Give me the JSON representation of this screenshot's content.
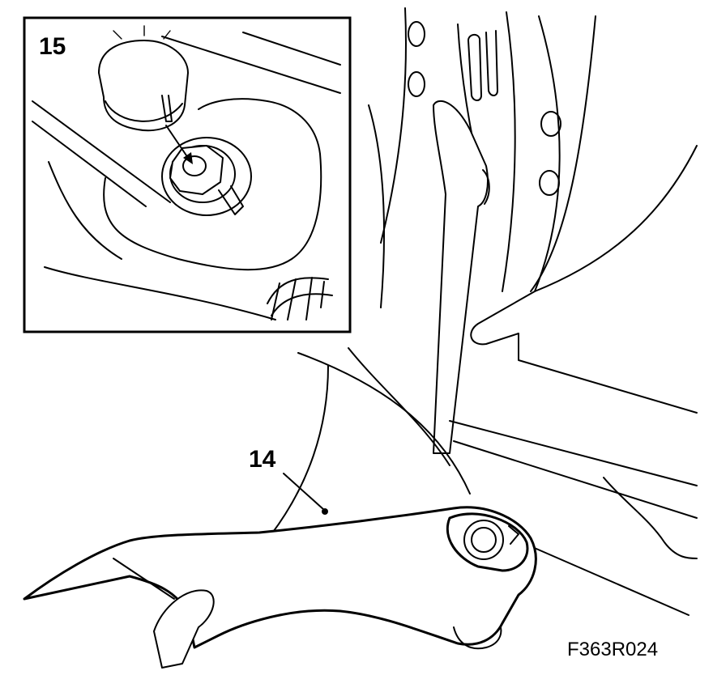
{
  "callouts": {
    "inset_label": "15",
    "arm_label": "14"
  },
  "figure_id": "F363R024",
  "colors": {
    "line": "#000000",
    "background": "#ffffff"
  }
}
